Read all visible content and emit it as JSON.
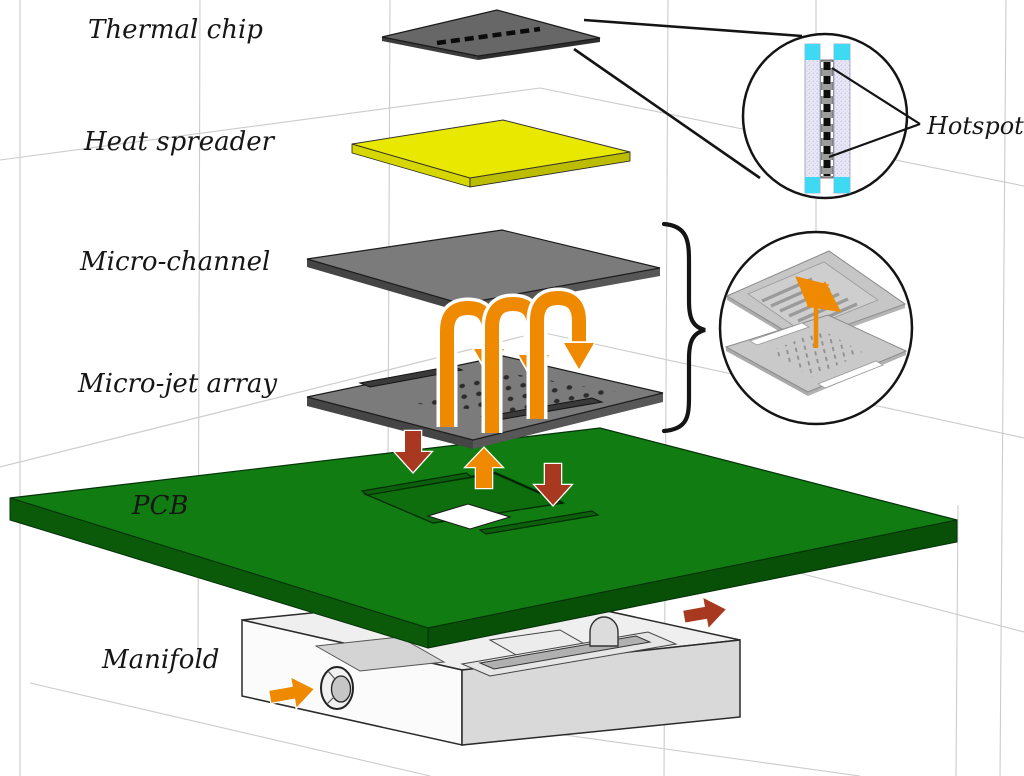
{
  "figure": {
    "type": "exploded-assembly-diagram",
    "labels": {
      "thermal_chip": "Thermal chip",
      "heat_spreader": "Heat spreader",
      "micro_channel": "Micro-channel",
      "micro_jet_array": "Micro-jet array",
      "pcb": "PCB",
      "manifold": "Manifold",
      "hotspot": "Hotspot"
    },
    "colors": {
      "chip_gray": "#676767",
      "plate_gray": "#7b7b7b",
      "heat_spreader_yellow": "#e8e800",
      "pcb_green": "#117c11",
      "manifold_white": "#efefef",
      "flow_orange": "#ef8a00",
      "flow_dark_red": "#a83820",
      "hotspot_cyan": "#3ed9f2",
      "grid_gray": "#cbcbcb"
    }
  }
}
